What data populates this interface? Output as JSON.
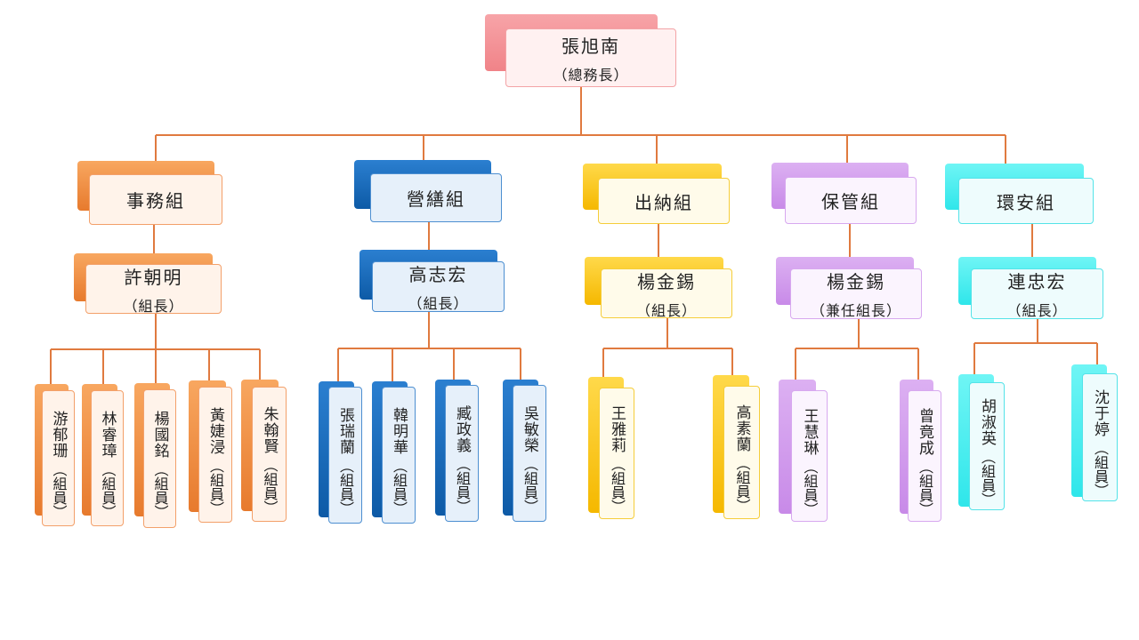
{
  "top": {
    "name": "張旭南",
    "role": "（總務長）"
  },
  "groups": [
    {
      "name": "事務組",
      "leader": "許朝明",
      "leader_role": "（組長）",
      "members": [
        "游郁珊",
        "林睿璋",
        "楊國銘",
        "黃婕浸",
        "朱翰賢"
      ]
    },
    {
      "name": "營繕組",
      "leader": "高志宏",
      "leader_role": "（組長）",
      "members": [
        "張瑞蘭",
        "韓明華",
        "臧政義",
        "吳敏榮"
      ]
    },
    {
      "name": "出納組",
      "leader": "楊金錫",
      "leader_role": "（組長）",
      "members": [
        "王雅莉",
        "高素蘭"
      ]
    },
    {
      "name": "保管組",
      "leader": "楊金錫",
      "leader_role": "（兼任組長）",
      "members": [
        "王慧琳",
        "曾竟成"
      ]
    },
    {
      "name": "環安組",
      "leader": "連忠宏",
      "leader_role": "（組長）",
      "members": [
        "胡淑英",
        "沈于婷"
      ]
    }
  ],
  "member_role": "（組員）",
  "colors": {
    "top": "#f08388",
    "group1": "#e77a2d",
    "group2": "#0d5aa6",
    "group3": "#f5b800",
    "group4": "#c88ae8",
    "group5": "#2fe6ea",
    "connector": "#e07a3f"
  }
}
